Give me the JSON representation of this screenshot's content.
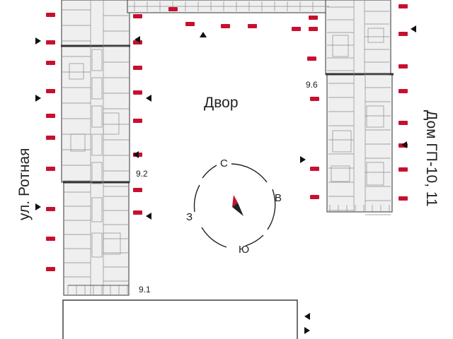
{
  "courtyard_label": "Двор",
  "street_label": "ул. Ротная",
  "neighbor_label": "Дом ГП-10, 11",
  "compass": {
    "north": "С",
    "east": "В",
    "south": "Ю",
    "west": "З"
  },
  "sections": {
    "s1": "9.1",
    "s2": "9.2",
    "s6": "9.6"
  },
  "colors": {
    "window_marker": "#c8102e",
    "building_fill": "#eeeeee",
    "wall": "#555555",
    "needle_red": "#c8102e",
    "needle_dark": "#222222"
  }
}
